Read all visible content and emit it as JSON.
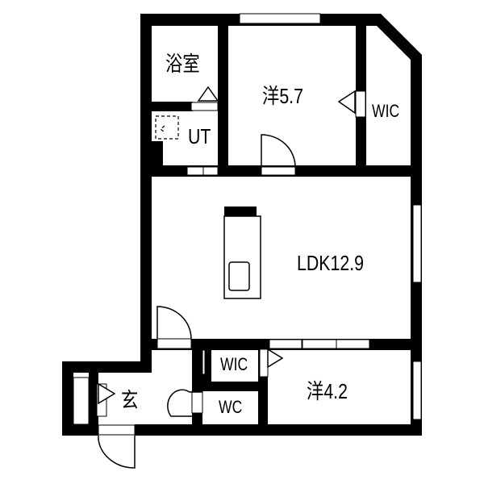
{
  "floorplan": {
    "rooms": [
      {
        "id": "bath",
        "label": "浴室"
      },
      {
        "id": "western1",
        "label": "洋5.7"
      },
      {
        "id": "wic1",
        "label": "WIC"
      },
      {
        "id": "utility",
        "label": "UT"
      },
      {
        "id": "ldk",
        "label": "LDK12.9"
      },
      {
        "id": "wic2",
        "label": "WIC"
      },
      {
        "id": "western2",
        "label": "洋4.2"
      },
      {
        "id": "entrance",
        "label": "玄"
      },
      {
        "id": "toilet",
        "label": "WC"
      }
    ],
    "colors": {
      "wall": "#000000",
      "background": "#ffffff"
    }
  }
}
